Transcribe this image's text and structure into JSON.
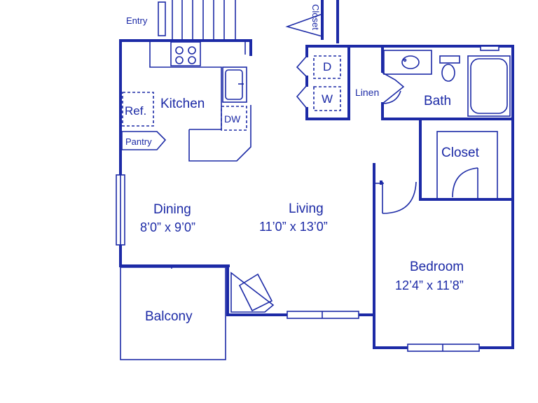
{
  "rooms": {
    "kitchen": "Kitchen",
    "dining": "Dining",
    "dining_dim": "8’0” x 9’0”",
    "living": "Living",
    "living_dim": "11’0” x 13’0”",
    "bedroom": "Bedroom",
    "bedroom_dim": "12’4” x 11’8”",
    "balcony": "Balcony",
    "bath": "Bath",
    "closet_bedroom": "Closet",
    "closet_entry": "Closet",
    "linen": "Linen",
    "pantry": "Pantry"
  },
  "appliances": {
    "refrigerator": "Ref.",
    "dishwasher": "DW",
    "dryer": "D",
    "washer": "W"
  },
  "labels": {
    "entry": "Entry"
  },
  "colors": {
    "line": "#1c2aa6",
    "background": "#ffffff"
  }
}
